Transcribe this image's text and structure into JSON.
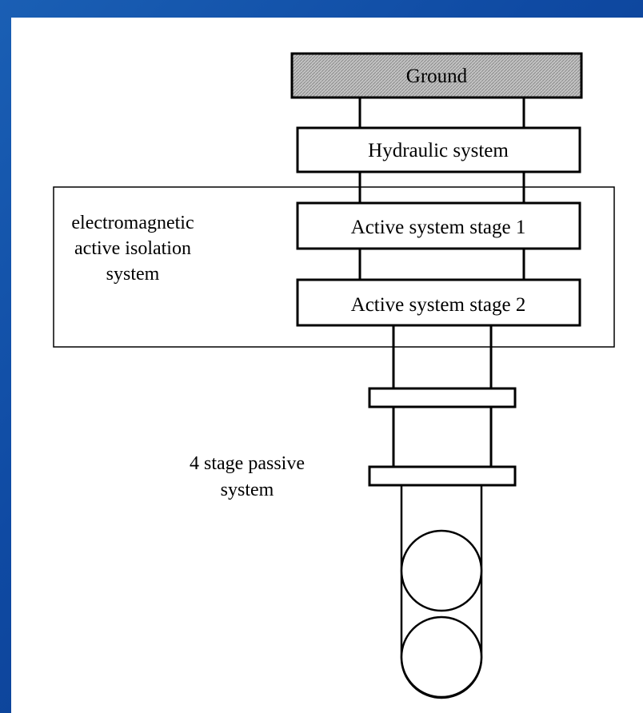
{
  "diagram": {
    "ground_label": "Ground",
    "hydraulic_label": "Hydraulic system",
    "stage1_label": "Active system stage 1",
    "stage2_label": "Active system stage 2",
    "em_system_label": [
      "electromagnetic",
      "active isolation",
      "system"
    ],
    "passive_label": [
      "4 stage passive",
      "system"
    ]
  },
  "colors": {
    "background": "#0f4aa3",
    "slide": "#ffffff",
    "ground_fill": "#bdbdbd"
  }
}
